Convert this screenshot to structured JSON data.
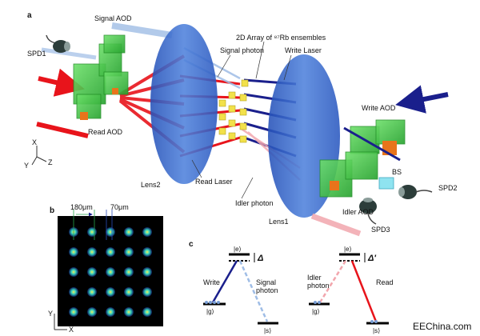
{
  "panels": {
    "a": "a",
    "b": "b",
    "c": "c"
  },
  "labels": {
    "signal_aod": "Signal AOD",
    "spd1": "SPD1",
    "read_aod": "Read AOD",
    "array_title": "2D Array of ⁸⁷Rb ensembles",
    "signal_photon": "Signal photon",
    "write_laser": "Write Laser",
    "write_aod": "Write AOD",
    "lens2": "Lens2",
    "read_laser": "Read Laser",
    "idler_photon": "Idler photon",
    "lens1": "Lens1",
    "bs": "BS",
    "spd2": "SPD2",
    "idler_aod": "Idler AOD",
    "spd3": "SPD3"
  },
  "axes": {
    "x": "X",
    "y": "Y",
    "z": "Z"
  },
  "array_axes": {
    "x": "X",
    "y": "Y"
  },
  "spacing": {
    "large": "180μm",
    "small": "70μm"
  },
  "levels": {
    "e": "|e⟩",
    "g": "|g⟩",
    "s": "|s⟩",
    "delta": "Δ",
    "delta_prime": "Δ'",
    "write": "Write",
    "signal_photon": "Signal\nphoton",
    "idler_photon": "Idler\nphoton",
    "read": "Read"
  },
  "colors": {
    "red": "#e8141b",
    "dark_blue": "#1a1f8c",
    "light_blue": "#9fbde6",
    "green_box": "#35c93a",
    "lens": "#2f63c9",
    "yellow": "#f2e14a"
  },
  "watermark": "EEChina.com"
}
